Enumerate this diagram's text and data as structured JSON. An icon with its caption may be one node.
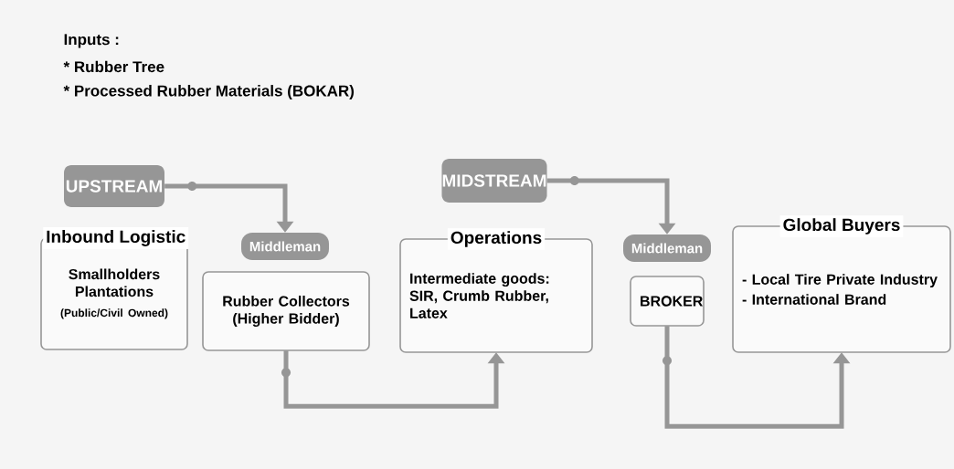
{
  "diagram": {
    "nodes": [
      {
        "text": [
          "UPSTREAM"
        ]
      },
      {
        "text": [
          "Inbound Logistic",
          "Smallholders Plantations",
          "(Public/Civil Owned)"
        ]
      },
      {
        "text": [
          "Middleman"
        ]
      },
      {
        "text": [
          "Rubber Collectors (Higher Bidder)"
        ]
      },
      {
        "text": [
          "MIDSTREAM"
        ]
      },
      {
        "text": [
          "Operations",
          "Intermediate goods: SIR, Crumb Rubber, Latex"
        ]
      },
      {
        "text": [
          "Middleman"
        ]
      },
      {
        "text": [
          "BROKER"
        ]
      },
      {
        "text": [
          "Global Buyers",
          "- Local Tire Private Industry",
          "- International Brand"
        ]
      }
    ],
    "edges": [
      {
        "from": 0,
        "to": 2,
        "arrow": "to"
      },
      {
        "from": 3,
        "to": 5,
        "arrow": "to"
      },
      {
        "from": 4,
        "to": 6,
        "arrow": "to"
      },
      {
        "from": 7,
        "to": 8,
        "arrow": "to"
      }
    ],
    "labels": [
      "Inputs :",
      "* Rubber Tree",
      "* Processed Rubber Materials (BOKAR)"
    ]
  }
}
